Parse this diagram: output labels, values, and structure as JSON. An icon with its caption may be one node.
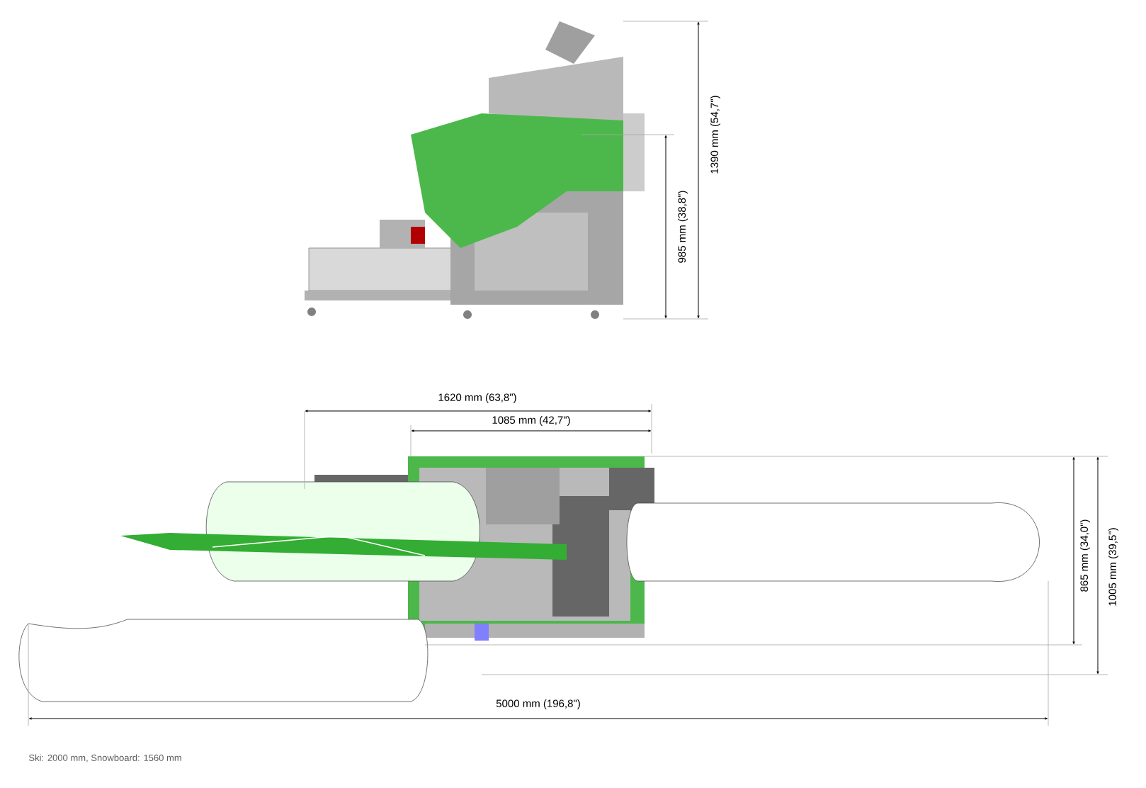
{
  "diagram": {
    "caption": "Ski: 2000 mm, Snowboard: 1560 mm",
    "labels": [
      "1390 mm (54,7\")",
      "985 mm (38,8\")",
      "1620 mm (63,8\")",
      "1085 mm (42,7\")",
      "865 mm (34,0\")",
      "1005 mm (39,5\")",
      "5000 mm (196,8\")"
    ]
  }
}
